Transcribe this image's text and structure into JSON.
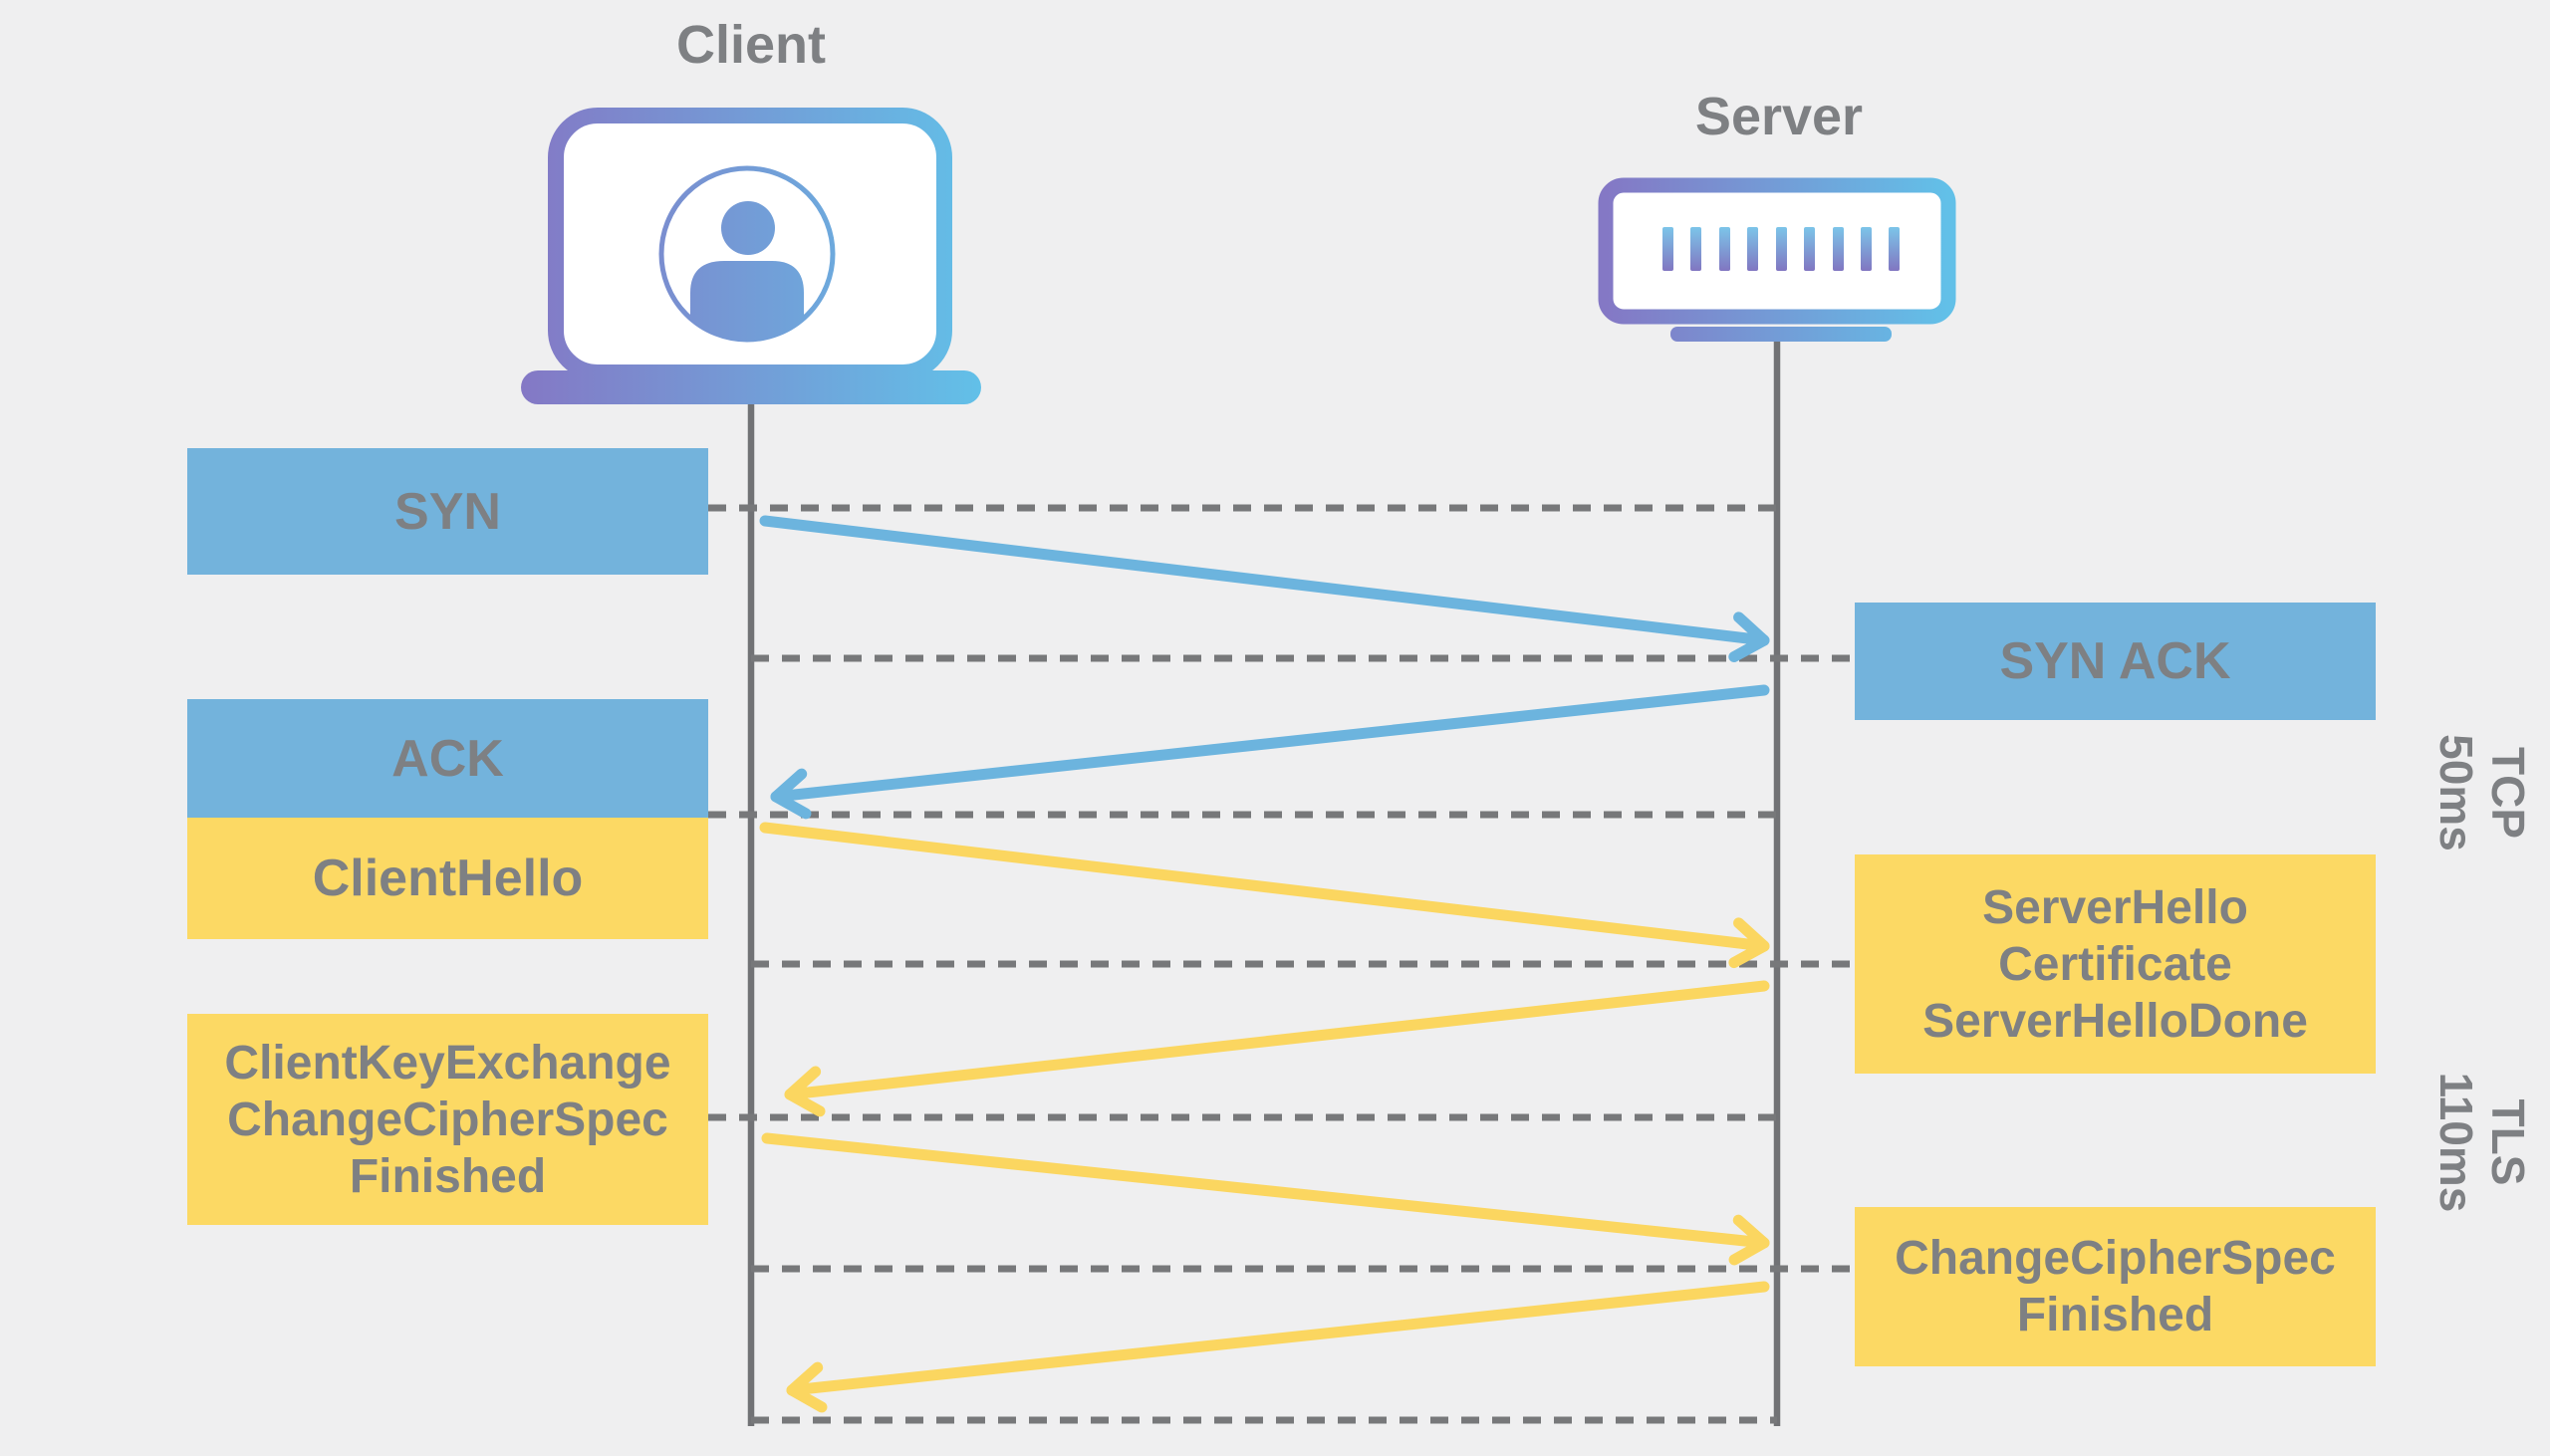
{
  "colors": {
    "bg": "#efeff0",
    "blue": "#73b3dc",
    "yellow": "#fcd964",
    "text": "#7e8083",
    "line": "#717275",
    "dash": "#77787a",
    "purple": "#8478c5",
    "lightblue": "#62c0e8",
    "bartop": "#7cc5e9",
    "barbottom": "#8176c1",
    "arrowblue": "#6cb4de",
    "arrowyellow": "#fbd660",
    "white": "#ffffff"
  },
  "actors": {
    "client": {
      "label": "Client",
      "icon": "laptop-user-icon"
    },
    "server": {
      "label": "Server",
      "icon": "server-rack-icon"
    }
  },
  "messages": {
    "syn": {
      "label": "SYN",
      "from": "client",
      "protocol": "TCP"
    },
    "syn_ack": {
      "label": "SYN ACK",
      "from": "server",
      "protocol": "TCP"
    },
    "ack": {
      "label": "ACK",
      "from": "client",
      "protocol": "TCP"
    },
    "client_hello": {
      "label": "ClientHello",
      "from": "client",
      "protocol": "TLS"
    },
    "server_hello": {
      "lines": [
        "ServerHello",
        "Certificate",
        "ServerHelloDone"
      ],
      "from": "server",
      "protocol": "TLS"
    },
    "client_key_exchange": {
      "lines": [
        "ClientKeyExchange",
        "ChangeCipherSpec",
        "Finished"
      ],
      "from": "client",
      "protocol": "TLS"
    },
    "change_cipher_finished": {
      "lines": [
        "ChangeCipherSpec",
        "Finished"
      ],
      "from": "server",
      "protocol": "TLS"
    }
  },
  "phases": {
    "tcp": {
      "protocol": "TCP",
      "duration": "50ms"
    },
    "tls": {
      "protocol": "TLS",
      "duration": "110ms"
    }
  }
}
